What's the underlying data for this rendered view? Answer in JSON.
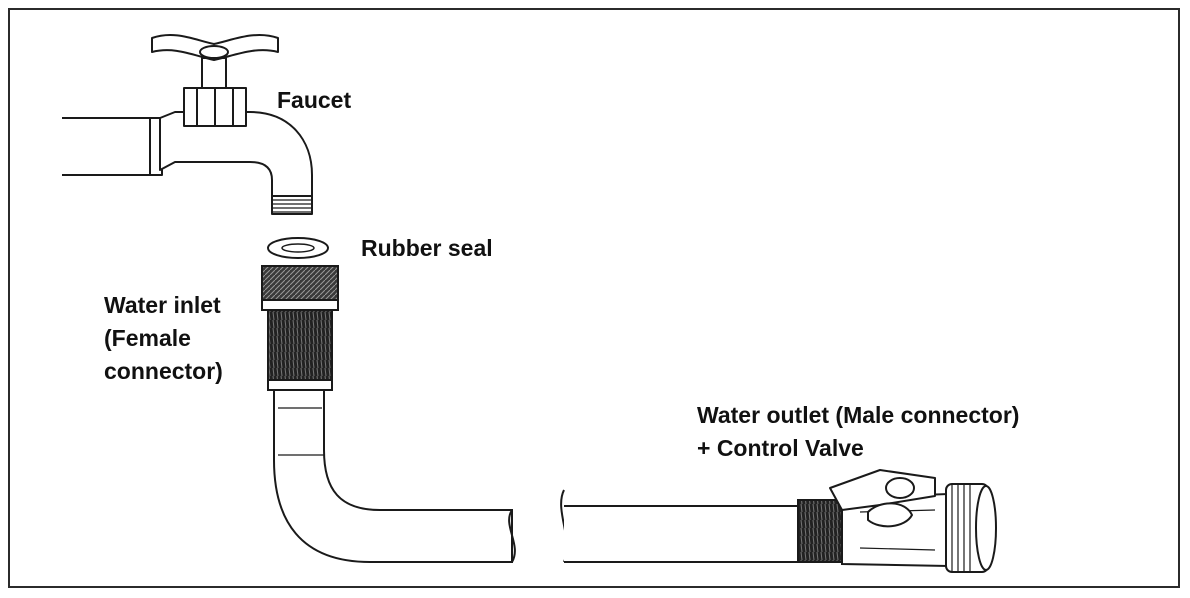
{
  "labels": {
    "faucet": "Faucet",
    "rubber_seal": "Rubber seal",
    "water_inlet": [
      "Water inlet",
      "(Female",
      "connector)"
    ],
    "water_outlet": [
      "Water outlet (Male connector)",
      "+ Control Valve"
    ]
  },
  "colors": {
    "line": "#1a1a1a",
    "border": "#2b2b2b",
    "background": "#ffffff"
  },
  "icons": [
    "faucet-icon",
    "rubber-seal-icon",
    "female-connector-icon",
    "hose-icon",
    "male-connector-icon",
    "control-valve-icon"
  ]
}
